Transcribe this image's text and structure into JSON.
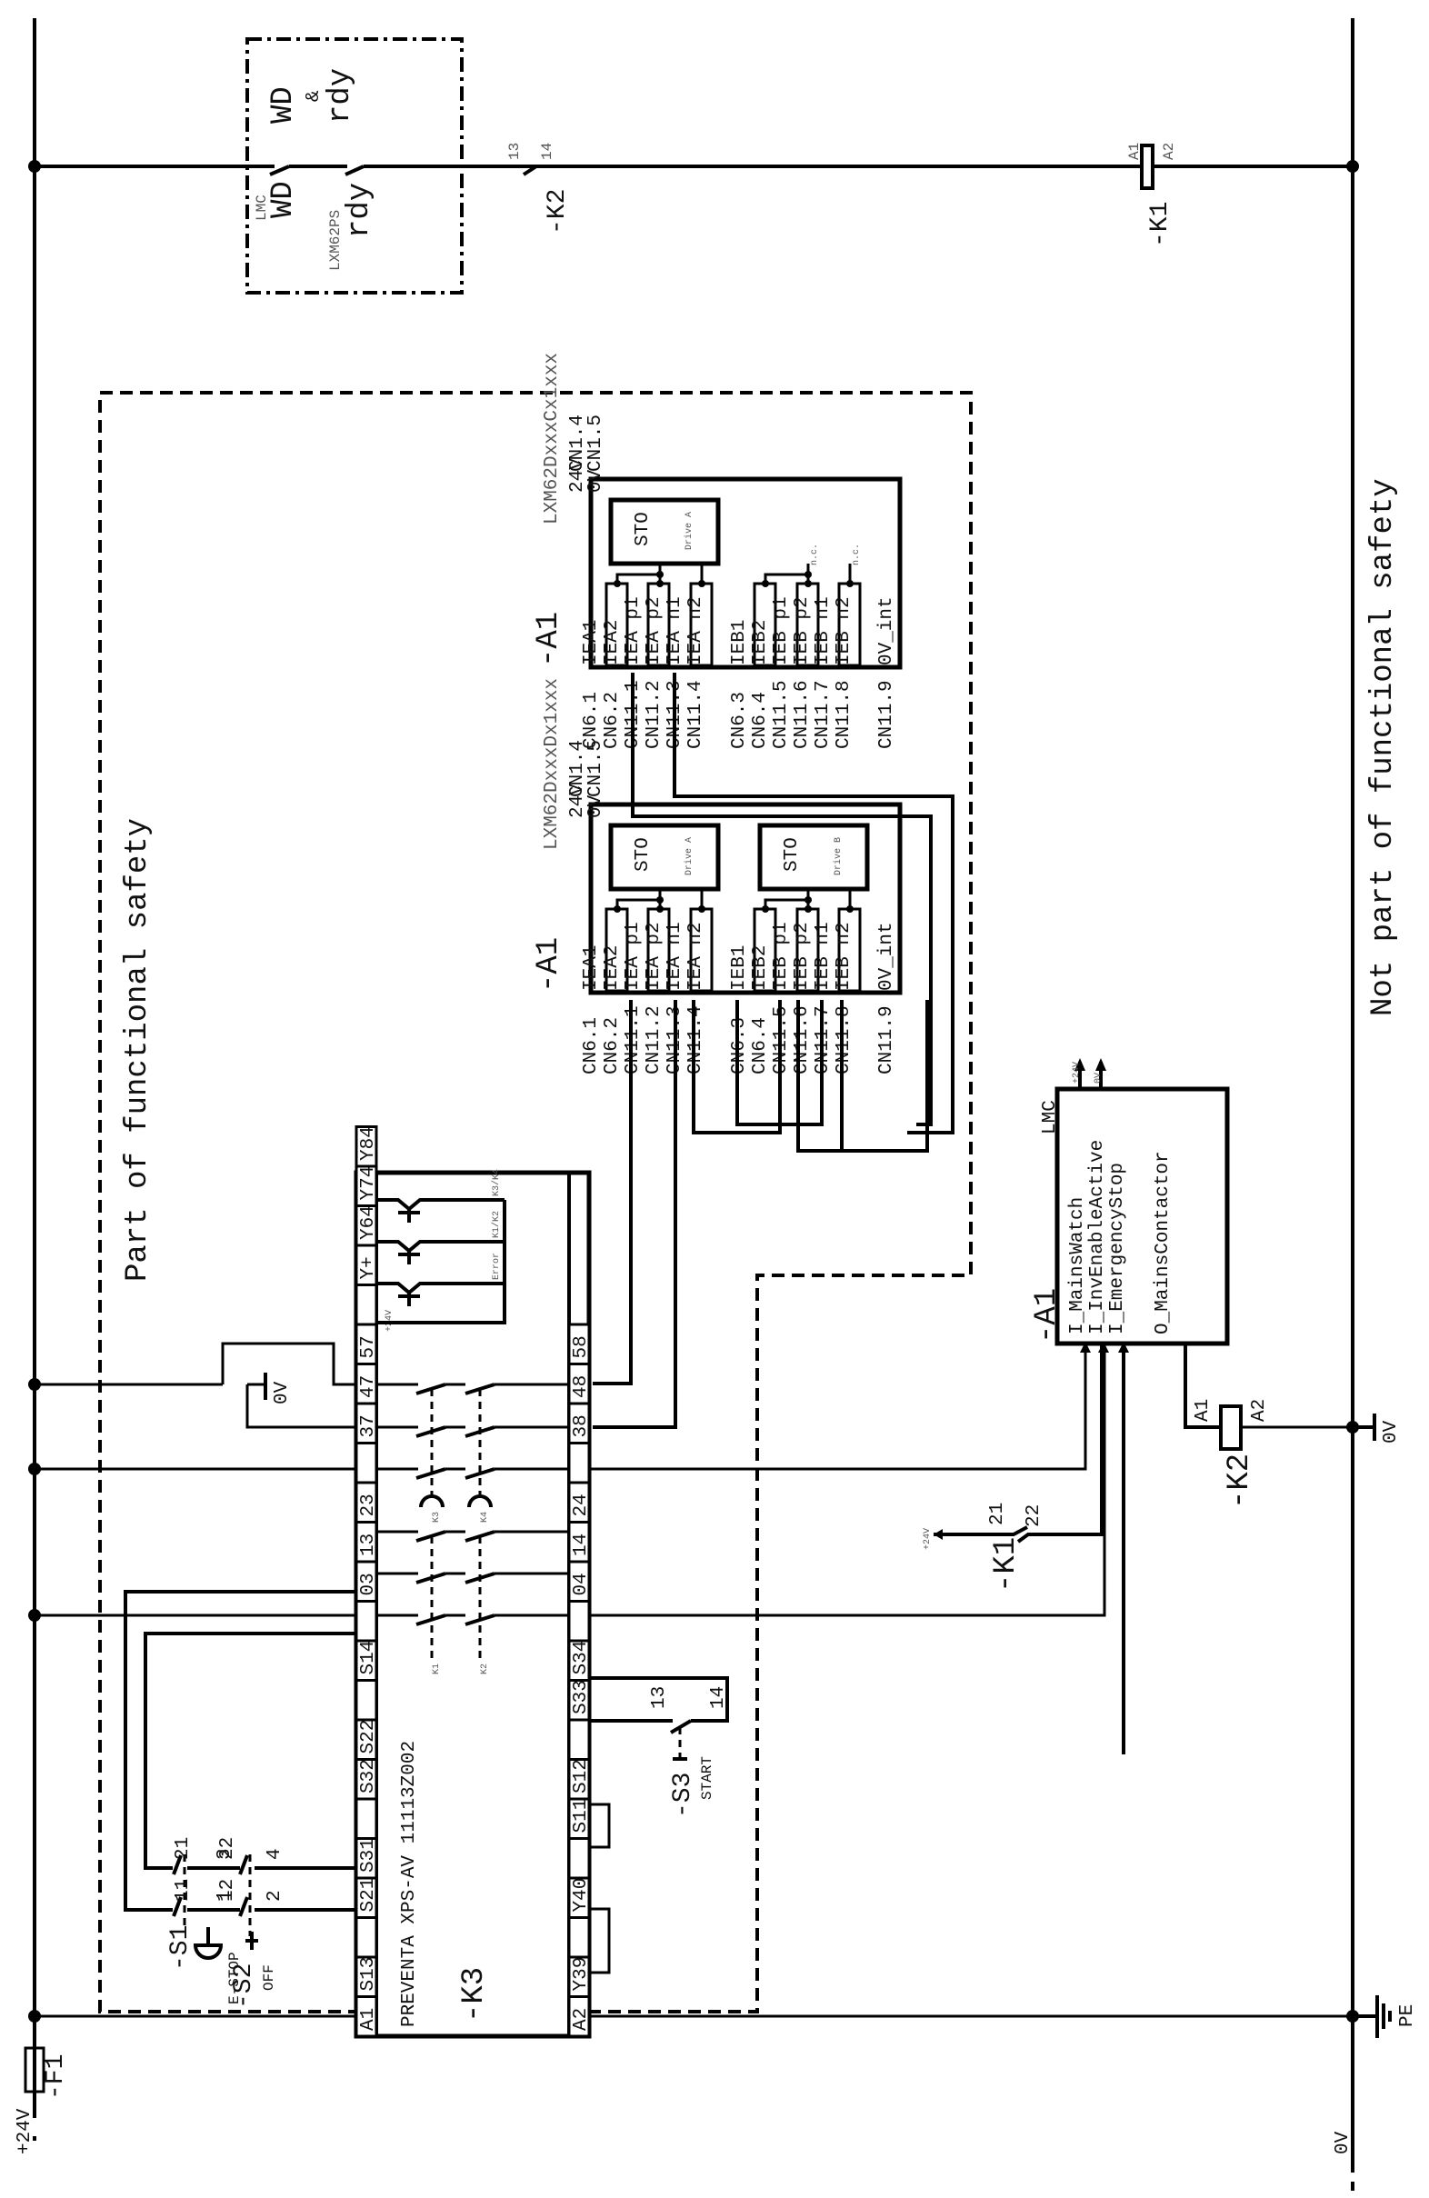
{
  "diagram": {
    "title": "Safety wiring schematic – PREVENTA safety relay with LXM62 drives",
    "rails": {
      "supply_left": "+24V",
      "supply_right": "0V",
      "earth": "PE",
      "ground_label_0v": "0V"
    },
    "regions": {
      "safety": "Part of functional safety",
      "non_safety": "Not part of functional safety"
    },
    "fuse": {
      "ref": "-F1"
    },
    "watchdog_box": {
      "title_line1": "WD",
      "title_line2": "&",
      "title_line3": "rdy",
      "contact1_device": "LMC",
      "contact1_label": "WD",
      "contact2_device": "LXM62PS",
      "contact2_label": "rdy"
    },
    "k2_contact_top": {
      "ref": "-K2",
      "pin_a": "13",
      "pin_b": "14"
    },
    "k1_coil": {
      "ref": "-K1",
      "pin_a": "A1",
      "pin_b": "A2"
    },
    "k2_coil": {
      "ref": "-K2",
      "pin_a": "A1",
      "pin_b": "A2"
    },
    "k1_contact": {
      "ref": "-K1",
      "pin_a": "21",
      "pin_b": "22",
      "supply": "+24V"
    },
    "s1": {
      "ref": "-S1",
      "name": "E-STOP",
      "pins": [
        "11",
        "12",
        "21",
        "22"
      ]
    },
    "s2": {
      "ref": "-S2",
      "name": "OFF",
      "pins": [
        "1",
        "2",
        "3",
        "4"
      ]
    },
    "s3": {
      "ref": "-S3",
      "name": "START",
      "pins": [
        "13",
        "14"
      ]
    },
    "k3": {
      "ref": "-K3",
      "model": "PREVENTA XPS-AV 11113Z002",
      "left_terminals": [
        "A1",
        "S13",
        "",
        "S21",
        "S31",
        "",
        "S32",
        "S22",
        "",
        "S14",
        "",
        "03",
        "13",
        "23",
        "",
        "37",
        "47",
        "57",
        "",
        "Y+",
        "Y64",
        "Y74",
        "Y84"
      ],
      "right_terminals": [
        "A2",
        "Y39",
        "",
        "Y40",
        "",
        "S11",
        "S12",
        "",
        "S33",
        "S34",
        "",
        "04",
        "14",
        "24",
        "",
        "38",
        "48",
        "58"
      ],
      "y_plus_note": "+24V",
      "outputs": [
        "Error",
        "K1/K2",
        "K3/K4"
      ],
      "internal_relays": [
        "K1",
        "K2",
        "K3",
        "K4"
      ],
      "zero_v": "0V"
    },
    "drive_a1_cx": {
      "ref": "-A1",
      "model": "LXM62DxxxCx1xxx",
      "supply_24v": "24V",
      "supply_24v_pin": "CN1.4",
      "supply_0v": "0V",
      "supply_0v_pin": "CN1.5",
      "sto_blocks": [
        {
          "label": "STO",
          "sub": "Drive A"
        }
      ],
      "nc": "n.c.",
      "signals": [
        "IEA1",
        "IEA2",
        "IEA p1",
        "IEA p2",
        "IEA n1",
        "IEA n2",
        "IEB1",
        "IEB2",
        "IEB p1",
        "IEB p2",
        "IEB n1",
        "IEB n2",
        "0V_int"
      ],
      "pins": [
        "CN6.1",
        "CN6.2",
        "CN11.1",
        "CN11.2",
        "CN11.3",
        "CN11.4",
        "CN6.3",
        "CN6.4",
        "CN11.5",
        "CN11.6",
        "CN11.7",
        "CN11.8",
        "CN11.9"
      ]
    },
    "drive_a1_dx": {
      "ref": "-A1",
      "model": "LXM62DxxxDx1xxx",
      "supply_24v": "24V",
      "supply_24v_pin": "CN1.4",
      "supply_0v": "0V",
      "supply_0v_pin": "CN1.5",
      "sto_blocks": [
        {
          "label": "STO",
          "sub": "Drive A"
        },
        {
          "label": "STO",
          "sub": "Drive B"
        }
      ],
      "signals": [
        "IEA1",
        "IEA2",
        "IEA p1",
        "IEA p2",
        "IEA n1",
        "IEA n2",
        "IEB1",
        "IEB2",
        "IEB p1",
        "IEB p2",
        "IEB n1",
        "IEB n2",
        "0V_int"
      ],
      "pins": [
        "CN6.1",
        "CN6.2",
        "CN11.1",
        "CN11.2",
        "CN11.3",
        "CN11.4",
        "CN6.3",
        "CN6.4",
        "CN11.5",
        "CN11.6",
        "CN11.7",
        "CN11.8",
        "CN11.9"
      ]
    },
    "lmc": {
      "ref": "-A1",
      "device": "LMC",
      "supply_24v": "+24V",
      "supply_0v": "0V",
      "io": [
        "I_MainsWatch",
        "I_InvEnableActive",
        "I_EmergencyStop",
        "O_MainsContactor"
      ]
    }
  }
}
